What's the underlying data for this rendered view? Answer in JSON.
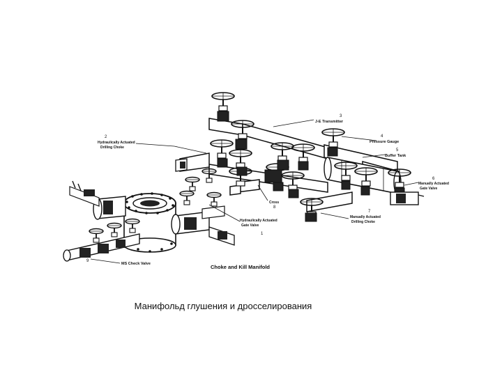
{
  "diagram": {
    "title": "Choke and Kill Manifold",
    "labels": {
      "je_transmitter": "J-E Transmitter",
      "pressure_gauge": "Pressure Gauge",
      "buffer_tank": "Buffer Tank",
      "manual_gate_valve_l1": "Manually Actuated",
      "manual_gate_valve_l2": "Gate Valve",
      "hyd_choke_l1": "Hydraulically Actuated",
      "hyd_choke_l2": "Drilling Choke",
      "cross": "Cross",
      "hyd_gate_valve_l1": "Hydraulically Actuated",
      "hyd_gate_valve_l2": "Gate Valve",
      "manual_choke_l1": "Manually Actuated",
      "manual_choke_l2": "Drilling Choke",
      "ms_check_valve": "MS Check Valve"
    },
    "numbers": {
      "n_transmitter": "3",
      "n_gauge": "4",
      "n_tank": "5",
      "n_manual_valve": "6",
      "n_hyd_choke": "2",
      "n_cross": "8",
      "n_hyd_valve": "1",
      "n_manual_choke": "7",
      "n_check": "9"
    }
  },
  "caption": "Манифольд глушения и дросселирования"
}
